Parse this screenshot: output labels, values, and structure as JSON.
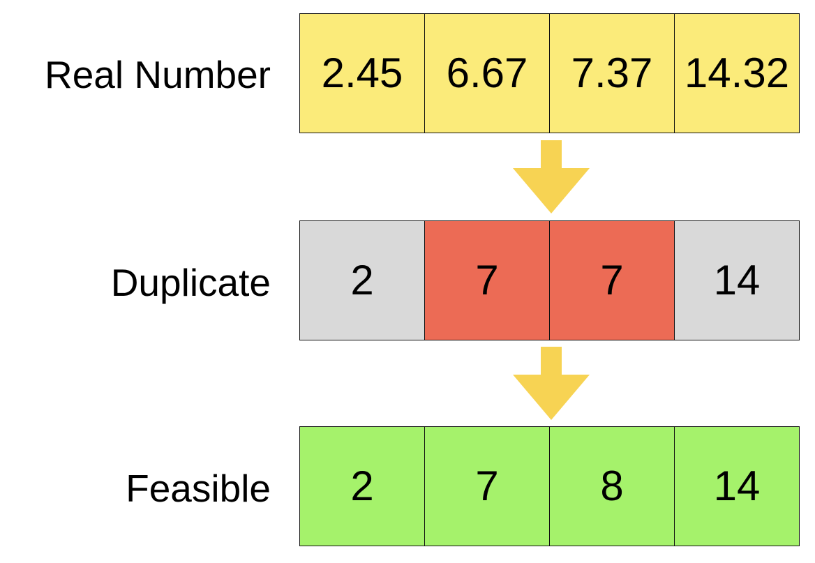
{
  "rows": [
    {
      "label": "Real Number",
      "color": "#FBEB7A",
      "cells": [
        {
          "value": "2.45",
          "color": "#FBEB7A"
        },
        {
          "value": "6.67",
          "color": "#FBEB7A"
        },
        {
          "value": "7.37",
          "color": "#FBEB7A"
        },
        {
          "value": "14.32",
          "color": "#FBEB7A"
        }
      ]
    },
    {
      "label": "Duplicate",
      "cells": [
        {
          "value": "2",
          "color": "#D9D9D9"
        },
        {
          "value": "7",
          "color": "#EC6B55"
        },
        {
          "value": "7",
          "color": "#EC6B55"
        },
        {
          "value": "14",
          "color": "#D9D9D9"
        }
      ]
    },
    {
      "label": "Feasible",
      "cells": [
        {
          "value": "2",
          "color": "#A5F26B"
        },
        {
          "value": "7",
          "color": "#A5F26B"
        },
        {
          "value": "8",
          "color": "#A5F26B"
        },
        {
          "value": "14",
          "color": "#A5F26B"
        }
      ]
    }
  ],
  "arrows": [
    {
      "icon": "down-arrow-icon",
      "color": "#F7D353"
    },
    {
      "icon": "down-arrow-icon",
      "color": "#F7D353"
    }
  ]
}
